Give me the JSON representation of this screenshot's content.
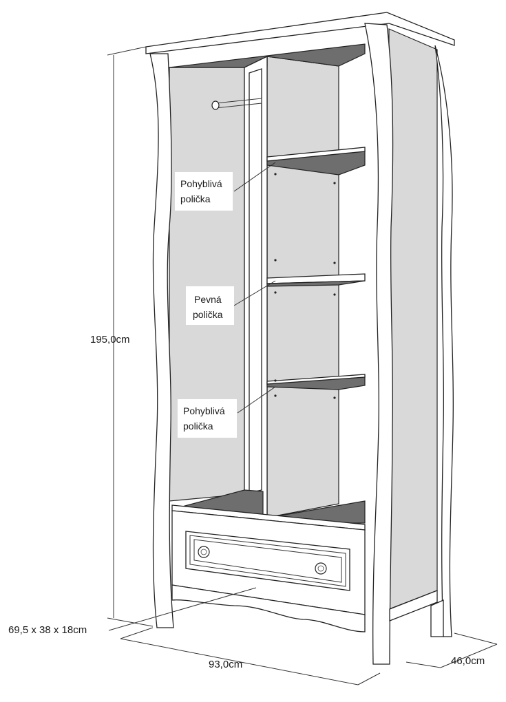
{
  "dimensions": {
    "height": "195,0cm",
    "width": "93,0cm",
    "depth": "46,0cm",
    "drawer": "69,5 x 38 x 18cm"
  },
  "callouts": [
    {
      "line1": "Pohyblivá",
      "line2": "polička"
    },
    {
      "line1": "Pevná",
      "line2": "polička"
    },
    {
      "line1": "Pohyblivá",
      "line2": "polička"
    }
  ],
  "colors": {
    "line": "#222222",
    "panel": "#d9d9d9",
    "shelf_top": "#6e6e6e",
    "background": "#ffffff"
  }
}
